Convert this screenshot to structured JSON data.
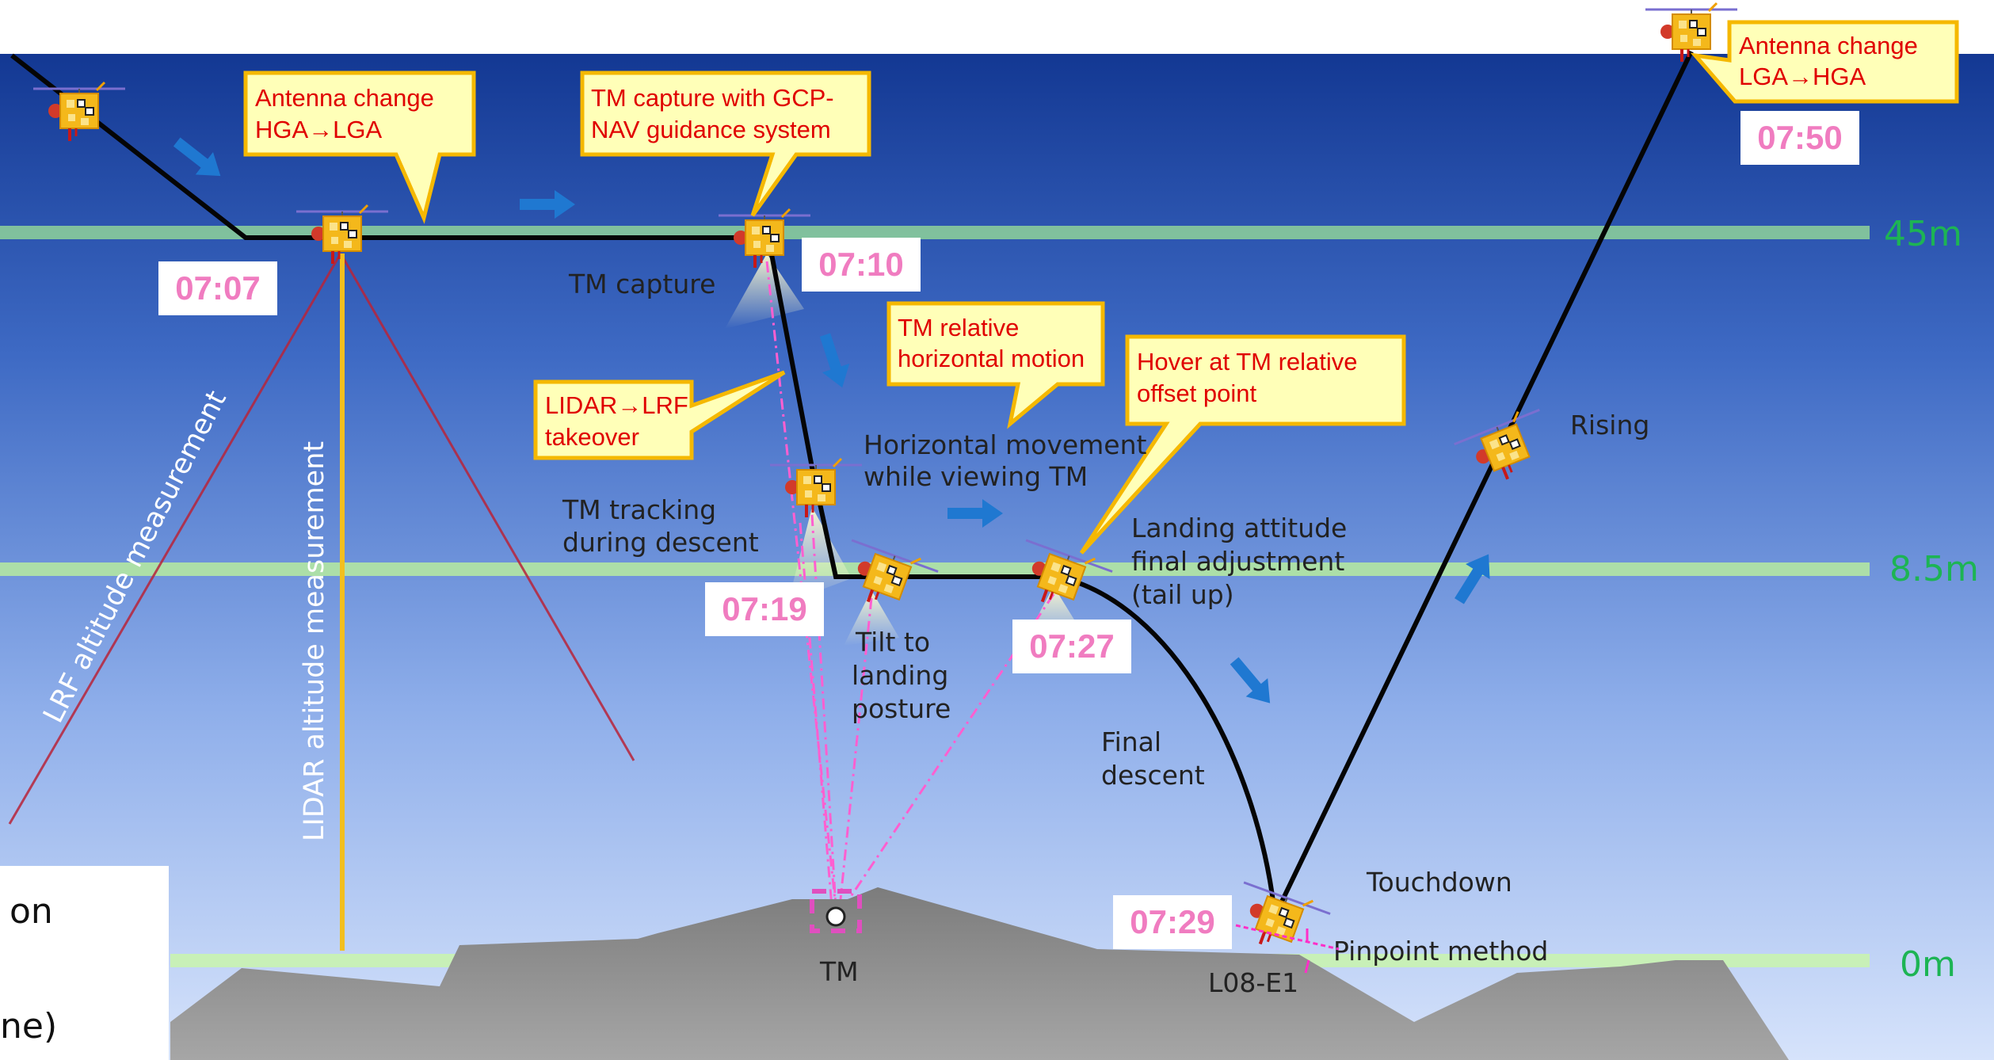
{
  "altitudes": {
    "high": "45m",
    "mid": "8.5m",
    "ground": "0m"
  },
  "times": {
    "t0707": "07:07",
    "t0710": "07:10",
    "t0719": "07:19",
    "t0727": "07:27",
    "t0729": "07:29",
    "t0750": "07:50"
  },
  "callouts": {
    "antenna_hga_lga": [
      "Antenna change",
      "HGA→LGA"
    ],
    "tm_capture_gcp": [
      "TM capture with GCP-",
      "NAV guidance system"
    ],
    "lidar_lrf": [
      "LIDAR→LRF",
      "takeover"
    ],
    "tm_relative": [
      "TM relative",
      "horizontal motion"
    ],
    "hover": [
      "Hover at TM relative",
      "offset point"
    ],
    "antenna_lga_hga": [
      "Antenna change",
      "LGA→HGA"
    ]
  },
  "labels": {
    "tm_capture": "TM capture",
    "tm_tracking": [
      "TM tracking",
      "during descent"
    ],
    "horizontal": [
      "Horizontal movement",
      "while viewing TM"
    ],
    "tilt": [
      "Tilt to",
      "landing",
      "posture"
    ],
    "landing_attitude": [
      "Landing attitude",
      "final adjustment",
      "(tail up)"
    ],
    "final_descent": [
      "Final",
      "descent"
    ],
    "rising": "Rising",
    "touchdown": "Touchdown",
    "pinpoint": "Pinpoint method",
    "tm": "TM",
    "site": "L08-E1",
    "lrf": "LRF altitude measurement",
    "lidar": "LIDAR altitude measurement"
  },
  "legend_fragment": [
    "on",
    "ne)"
  ],
  "colors": {
    "sky_top": "#153a9a",
    "sky_bottom": "#c4d6f5",
    "altitude_line": "#8fd49a",
    "altitude_text": "#1db454",
    "callout_fill": "#ffffb8",
    "callout_border": "#f5b800",
    "callout_text": "#e00000",
    "time_text": "#f07cc0",
    "arrow": "#1f78d1",
    "ground": "#8e8e8e"
  }
}
